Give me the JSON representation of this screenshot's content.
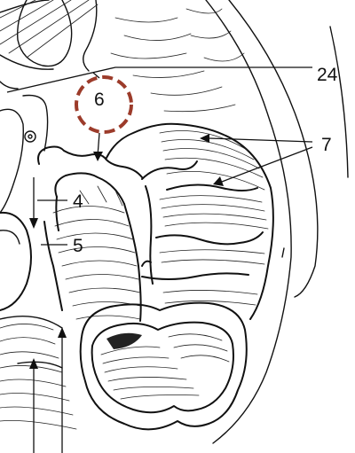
{
  "labels": {
    "l24": "24",
    "l6": "6",
    "l7": "7",
    "l4": "4",
    "l5": "5"
  },
  "colors": {
    "highlight_circle": "#9c3b2a",
    "ink": "#111111",
    "background": "#ffffff"
  }
}
